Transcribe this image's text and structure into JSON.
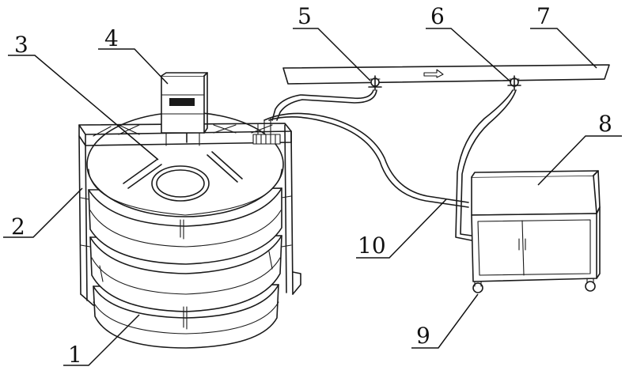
{
  "labels": {
    "tank": "1",
    "frame": "2",
    "inlet_ring": "3",
    "control_box": "4",
    "valve_5": "5",
    "valve_6": "6",
    "pipe": "7",
    "cabinet": "8",
    "wheels": "9",
    "hose": "10"
  },
  "colors": {
    "line": "#1a1a1a",
    "background": "#ffffff"
  }
}
